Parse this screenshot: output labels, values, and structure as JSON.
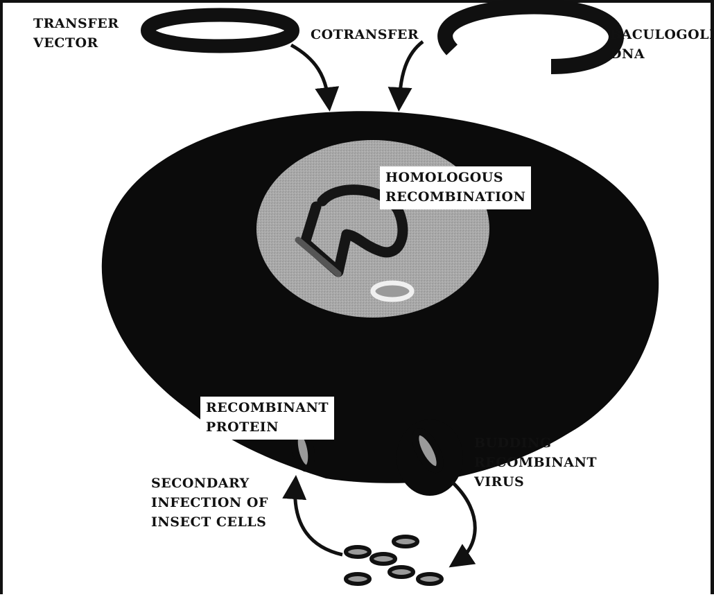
{
  "diagram": {
    "colors": {
      "cell": "#0b0b0b",
      "nucleus": "#a9a9a9",
      "stroke": "#111111",
      "background": "#ffffff",
      "virion_outline": "#e8e8e8",
      "virion_core": "#9a9a9a"
    },
    "labels": {
      "transfer_vector": [
        "TRANSFER",
        "VECTOR"
      ],
      "cotransfer": [
        "COTRANSFER"
      ],
      "baculogoli_dna": [
        "BACULOGOLI",
        "DNA"
      ],
      "homologous_recombination": [
        "HOMOLOGOUS",
        "RECOMBINATION"
      ],
      "recombinant_protein": [
        "RECOMBINANT",
        "PROTEIN"
      ],
      "budding_recombinant_virus": [
        "BUDDING",
        "RECOMBINANT",
        "VIRUS"
      ],
      "secondary_infection": [
        "SECONDARY",
        "INFECTION OF",
        "INSECT CELLS"
      ]
    }
  }
}
